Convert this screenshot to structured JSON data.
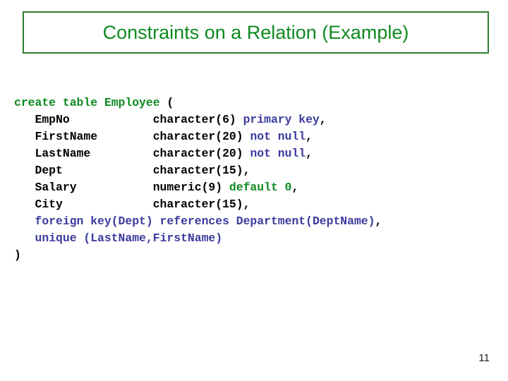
{
  "slide": {
    "title": "Constraints on a Relation (Example)",
    "page_number": "11",
    "colors": {
      "title_text": "#0f8a20",
      "title_border": "#2e7d32",
      "keyword_green": "#0f8a20",
      "keyword_blue": "#3b3b9e",
      "code_plain": "#000000",
      "background": "#ffffff"
    }
  },
  "code": {
    "language": "sql",
    "full_text": "create table Employee (\n   EmpNo            character(6) primary key,\n   FirstName        character(20) not null,\n   LastName         character(20) not null,\n   Dept             character(15),\n   Salary           numeric(9) default 0,\n   City             character(15),\n   foreign key(Dept) references Department(DeptName),\n   unique (LastName,FirstName)\n)",
    "lines": [
      {
        "id": "line-create-table",
        "tokens": [
          {
            "text": "create table Employee",
            "style": "green"
          },
          {
            "text": " (",
            "style": "plain"
          }
        ]
      },
      {
        "id": "line-column-empno",
        "tokens": [
          {
            "text": "   EmpNo            character(6) ",
            "style": "plain"
          },
          {
            "text": "primary key",
            "style": "blue"
          },
          {
            "text": ",",
            "style": "plain"
          }
        ]
      },
      {
        "id": "line-column-firstname",
        "tokens": [
          {
            "text": "   FirstName        character(20) ",
            "style": "plain"
          },
          {
            "text": "not null",
            "style": "blue"
          },
          {
            "text": ",",
            "style": "plain"
          }
        ]
      },
      {
        "id": "line-column-lastname",
        "tokens": [
          {
            "text": "   LastName         character(20) ",
            "style": "plain"
          },
          {
            "text": "not null",
            "style": "blue"
          },
          {
            "text": ",",
            "style": "plain"
          }
        ]
      },
      {
        "id": "line-column-dept",
        "tokens": [
          {
            "text": "   Dept             character(15),",
            "style": "plain"
          }
        ]
      },
      {
        "id": "line-column-salary",
        "tokens": [
          {
            "text": "   Salary           numeric(9) ",
            "style": "plain"
          },
          {
            "text": "default 0",
            "style": "green"
          },
          {
            "text": ",",
            "style": "plain"
          }
        ]
      },
      {
        "id": "line-column-city",
        "tokens": [
          {
            "text": "   City             character(15),",
            "style": "plain"
          }
        ]
      },
      {
        "id": "line-foreign-key",
        "tokens": [
          {
            "text": "   ",
            "style": "plain"
          },
          {
            "text": "foreign key(Dept) references Department(DeptName)",
            "style": "blue"
          },
          {
            "text": ",",
            "style": "plain"
          }
        ]
      },
      {
        "id": "line-unique",
        "tokens": [
          {
            "text": "   ",
            "style": "plain"
          },
          {
            "text": "unique (LastName,FirstName)",
            "style": "blue"
          }
        ]
      },
      {
        "id": "line-close-paren",
        "tokens": [
          {
            "text": ")",
            "style": "plain"
          }
        ]
      }
    ]
  }
}
